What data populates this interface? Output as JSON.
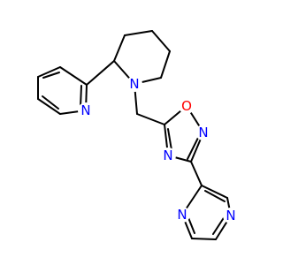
{
  "diagram": {
    "atoms": [
      {
        "id": "n_pip",
        "symbol": "N",
        "color": "#0000ff"
      },
      {
        "id": "n_pyr",
        "symbol": "N",
        "color": "#0000ff"
      },
      {
        "id": "o_oxa",
        "symbol": "O",
        "color": "#ff0000"
      },
      {
        "id": "n_oxa1",
        "symbol": "N",
        "color": "#0000ff"
      },
      {
        "id": "n_oxa2",
        "symbol": "N",
        "color": "#0000ff"
      },
      {
        "id": "n_pz1",
        "symbol": "N",
        "color": "#0000ff"
      },
      {
        "id": "n_pz2",
        "symbol": "N",
        "color": "#0000ff"
      }
    ]
  }
}
